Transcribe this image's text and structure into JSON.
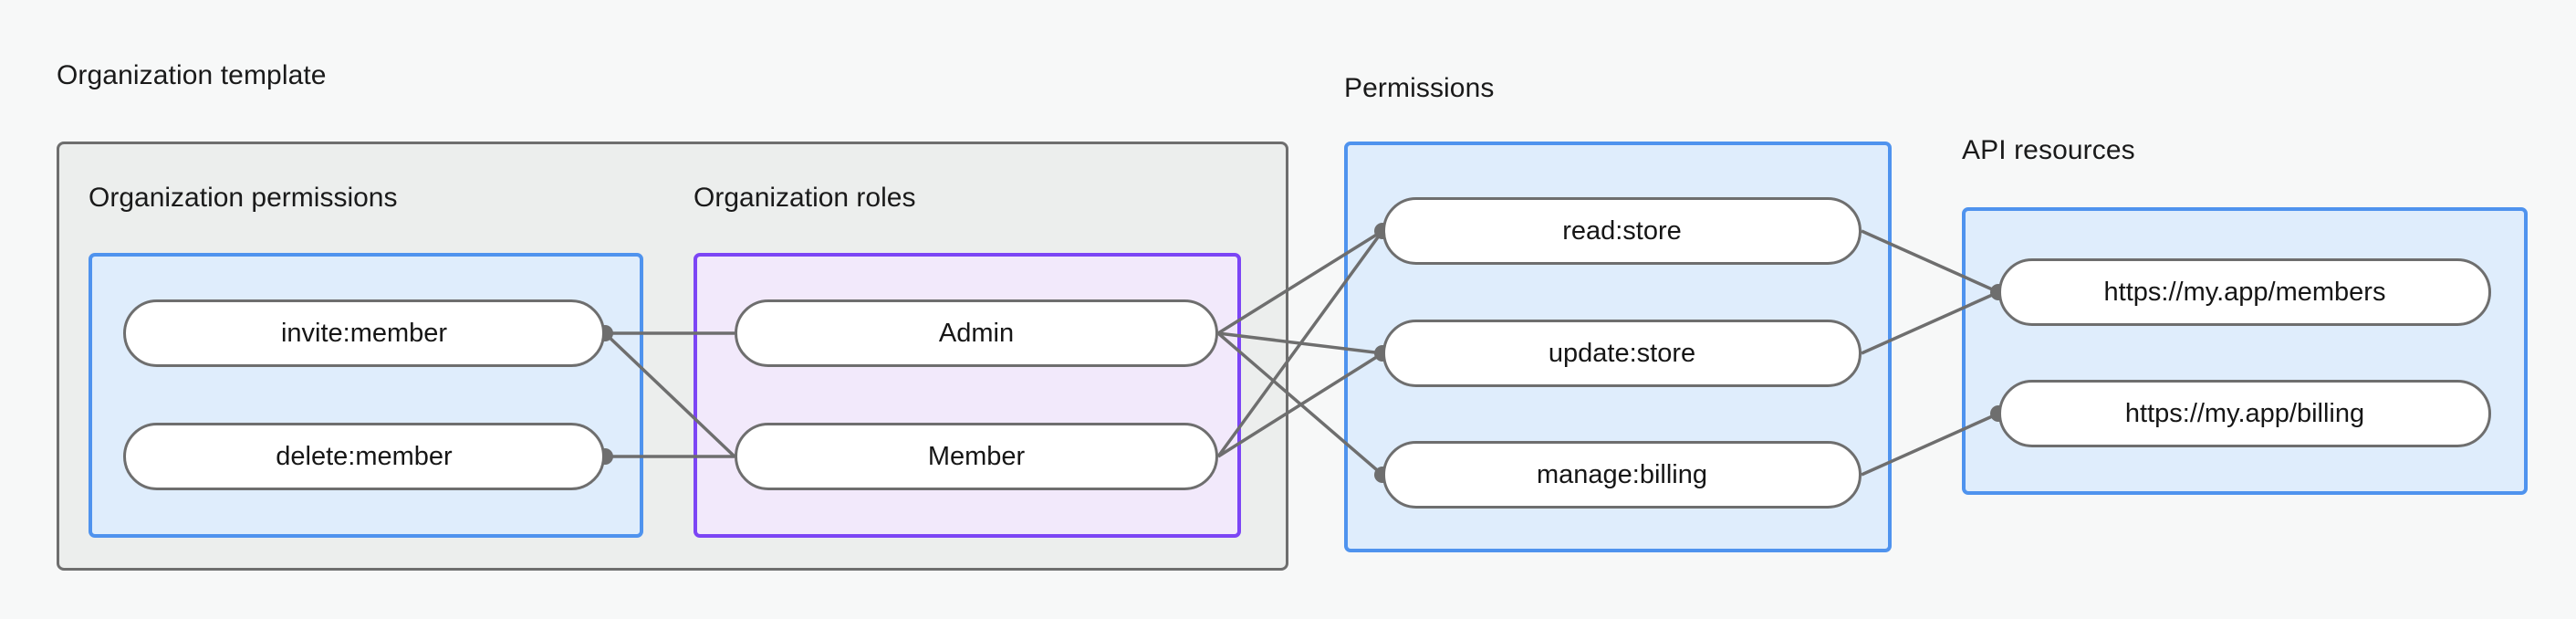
{
  "diagram": {
    "type": "relationship-graph",
    "background_color": "#f7f8f8",
    "groups": [
      {
        "id": "organization-template",
        "title": "Organization template",
        "style": "outer",
        "border_color": "#6e6e6e",
        "fill_color": "#eceeed",
        "subgroups": [
          {
            "id": "organization-permissions",
            "title": "Organization permissions",
            "border_color": "#4f93ee",
            "fill_color": "#dfedfc",
            "nodes": [
              {
                "id": "invite-member",
                "label": "invite:member"
              },
              {
                "id": "delete-member",
                "label": "delete:member"
              }
            ]
          },
          {
            "id": "organization-roles",
            "title": "Organization roles",
            "border_color": "#7c45f5",
            "fill_color": "#f2e9fb",
            "nodes": [
              {
                "id": "admin",
                "label": "Admin"
              },
              {
                "id": "member",
                "label": "Member"
              }
            ]
          }
        ]
      },
      {
        "id": "permissions",
        "title": "Permissions",
        "border_color": "#4f93ee",
        "fill_color": "#dfedfc",
        "nodes": [
          {
            "id": "read-store",
            "label": "read:store"
          },
          {
            "id": "update-store",
            "label": "update:store"
          },
          {
            "id": "manage-billing",
            "label": "manage:billing"
          }
        ]
      },
      {
        "id": "api-resources",
        "title": "API resources",
        "border_color": "#4f93ee",
        "fill_color": "#dfedfc",
        "nodes": [
          {
            "id": "members-resource",
            "label": "https://my.app/members"
          },
          {
            "id": "billing-resource",
            "label": "https://my.app/billing"
          }
        ]
      }
    ],
    "edges": [
      {
        "from": "invite-member",
        "to": "admin"
      },
      {
        "from": "invite-member",
        "to": "member"
      },
      {
        "from": "delete-member",
        "to": "member"
      },
      {
        "from": "admin",
        "to": "read-store"
      },
      {
        "from": "admin",
        "to": "update-store"
      },
      {
        "from": "admin",
        "to": "manage-billing"
      },
      {
        "from": "member",
        "to": "read-store"
      },
      {
        "from": "member",
        "to": "update-store"
      },
      {
        "from": "read-store",
        "to": "members-resource"
      },
      {
        "from": "update-store",
        "to": "members-resource"
      },
      {
        "from": "manage-billing",
        "to": "billing-resource"
      }
    ],
    "edge_color": "#6e6e6e",
    "connector_dot_color": "#6e6e6e"
  }
}
